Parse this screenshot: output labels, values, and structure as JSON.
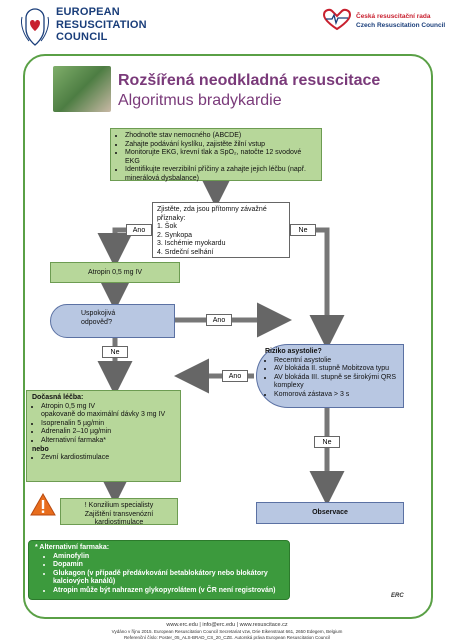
{
  "header": {
    "erc_line1": "EUROPEAN",
    "erc_line2": "RESUSCITATION",
    "erc_line3": "COUNCIL",
    "crr_line1": "Česká resuscitační rada",
    "crr_line2": "Czech Resuscitation Council"
  },
  "title": "Rozšířená neodkladná resuscitace",
  "subtitle": "Algoritmus bradykardie",
  "assess": [
    "Zhodnoťte stav nemocného (ABCDE)",
    "Zahajte podávání kyslíku, zajistěte žilní vstup",
    "Monitorujte EKG, krevní tlak a SpO₂, natočte 12 svodové EKG",
    "Identifikujte reverzibilní příčiny a zahajte jejich léčbu (např. minerálová dysbalance)"
  ],
  "signs": {
    "heading": "Zjistěte, zda jsou přítomny závažné příznaky:",
    "items": [
      "1. Šok",
      "2. Synkopa",
      "3. Ischémie myokardu",
      "4. Srdeční selhání"
    ]
  },
  "yes": "Ano",
  "no": "Ne",
  "atropine": "Atropin 0,5 mg IV",
  "response": "Uspokojivá odpověď?",
  "asystole": {
    "heading": "Riziko asystolie?",
    "items": [
      "Recentní asystolie",
      "AV blokáda II. stupně Mobitzova typu",
      "AV blokáda III. stupně se širokými QRS komplexy",
      "Komorová zástava > 3 s"
    ]
  },
  "interim": {
    "heading": "Dočasná léčba:",
    "items": [
      "Atropin 0,5 mg IV",
      "opakovaně do maximální dávky 3 mg IV",
      "Isoprenalin 5 µg/min",
      "Adrenalin 2–10 µg/min",
      "Alternativní farmaka*"
    ],
    "nebo": "nebo",
    "pacing": "Zevní kardiostimulace"
  },
  "expert": [
    "! Konzilium specialisty",
    "Zajištění transvenózní kardiostimulace"
  ],
  "observe": "Observace",
  "alternatives": {
    "heading": "* Alternativní farmaka:",
    "items": [
      "Aminofylin",
      "Dopamin",
      "Glukagon (v případě předávkování betablokátory nebo blokátory kalciových kanálů)",
      "Atropin může být nahrazen glykopyrolátem (v ČR není registrován)"
    ]
  },
  "url": "www.erc.edu | info@erc.edu | www.resuscitace.cz",
  "credit": "ERC",
  "footer_line1": "Vydáno v říjnu 2015. European Resuscitation Council Secretariat vzw, Drie Eikenstraat 661, 2650 Edegem, Belgium",
  "footer_line2": "Referenční číslo: Poster_05_ALS-BRAD_CS_20_CZE. Autorská práva European Resuscitation Council"
}
